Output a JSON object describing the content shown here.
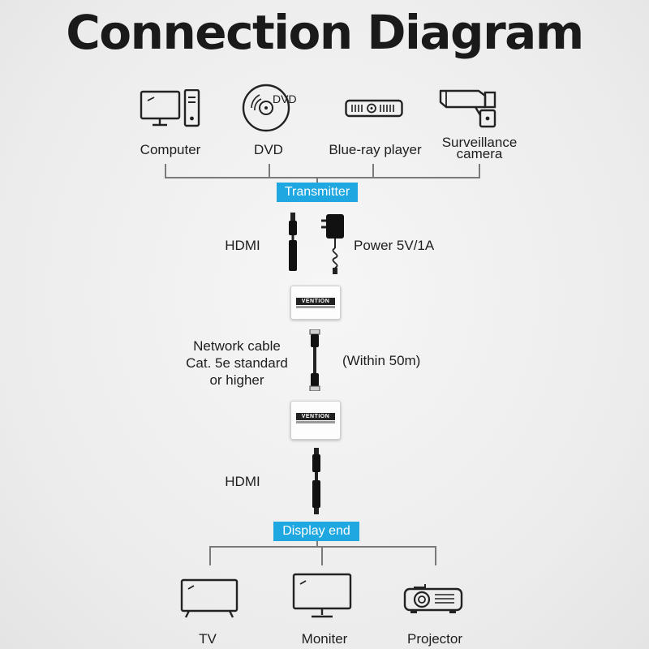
{
  "title": "Connection Diagram",
  "sources": [
    {
      "label": "Computer",
      "icon": "computer-icon"
    },
    {
      "label": "DVD",
      "icon": "dvd-icon",
      "icon_text": "DVD"
    },
    {
      "label": "Blue-ray player",
      "icon": "blu-ray-player-icon"
    },
    {
      "label": "Surveillance camera",
      "icon": "surveillance-camera-icon"
    }
  ],
  "transmitter_label": "Transmitter",
  "hdmi_label_1": "HDMI",
  "power_label": "Power 5V/1A",
  "network_label": [
    "Network cable",
    "Cat. 5e standard",
    "or higher"
  ],
  "distance_label": "(Within 50m)",
  "hdmi_label_2": "HDMI",
  "display_label": "Display end",
  "device_brand": "VENTION",
  "outputs": [
    {
      "label": "TV",
      "icon": "tv-icon"
    },
    {
      "label": "Moniter",
      "icon": "monitor-icon"
    },
    {
      "label": "Projector",
      "icon": "projector-icon"
    }
  ],
  "colors": {
    "accent": "#1ea7e0",
    "line": "#7a7a7a",
    "text": "#1e1e1e"
  }
}
